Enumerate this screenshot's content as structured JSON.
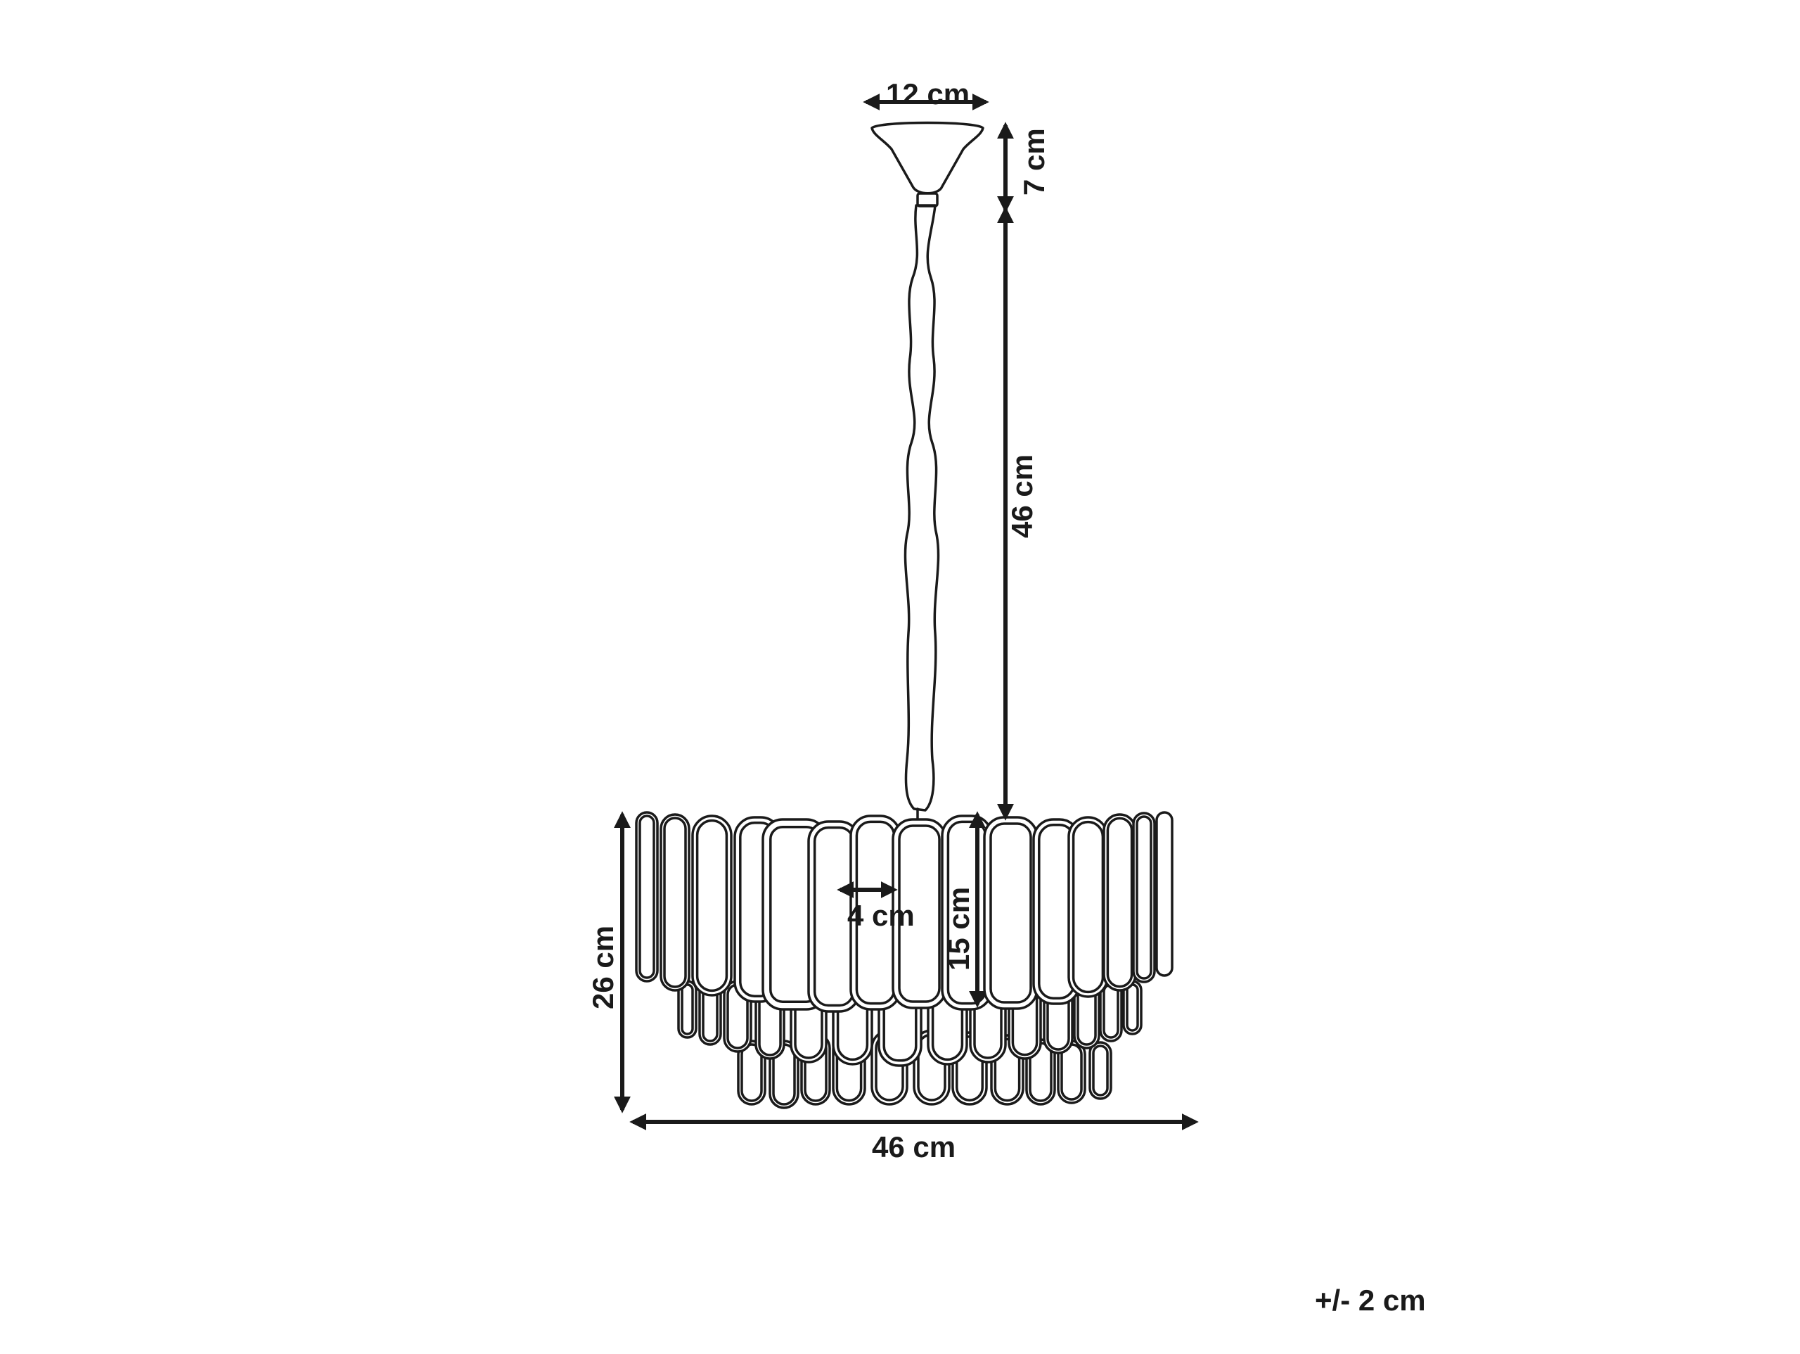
{
  "dimensions": {
    "canopy_width": "12 cm",
    "canopy_height": "7 cm",
    "chain_length": "46 cm",
    "shade_diameter": "46 cm",
    "total_shade_height": "26 cm",
    "panel_height": "15 cm",
    "panel_width": "4 cm"
  },
  "tolerance": "+/- 2 cm",
  "colors": {
    "line": "#1a1a1a",
    "background": "#ffffff"
  }
}
